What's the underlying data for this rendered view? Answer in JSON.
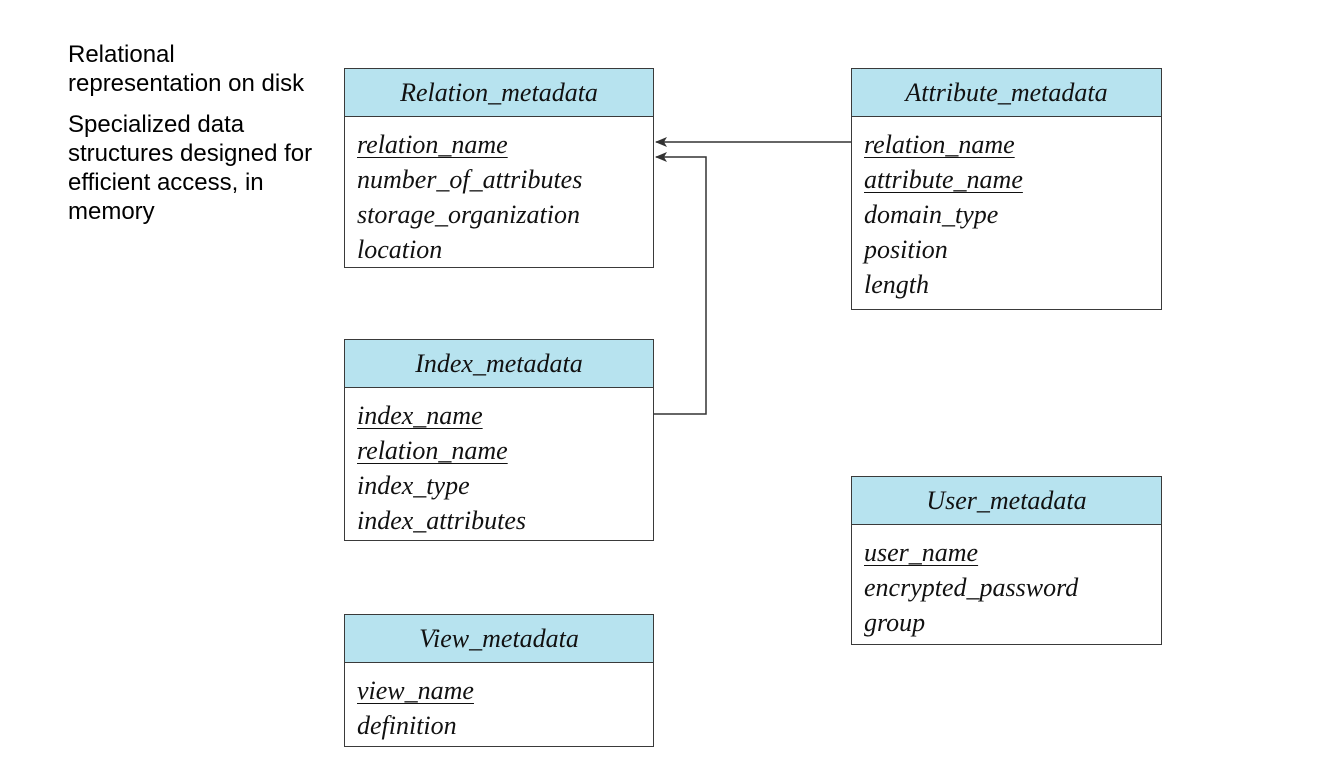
{
  "notes": [
    "Relational representation on disk",
    "Specialized data structures designed for efficient access, in memory"
  ],
  "header_color": "#b7e3ef",
  "entities": {
    "relation_metadata": {
      "title": "Relation_metadata",
      "attributes": [
        {
          "name": "relation_name",
          "key": true
        },
        {
          "name": "number_of_attributes",
          "key": false
        },
        {
          "name": "storage_organization",
          "key": false
        },
        {
          "name": "location",
          "key": false
        }
      ]
    },
    "attribute_metadata": {
      "title": "Attribute_metadata",
      "attributes": [
        {
          "name": "relation_name",
          "key": true
        },
        {
          "name": "attribute_name",
          "key": true
        },
        {
          "name": "domain_type",
          "key": false
        },
        {
          "name": "position",
          "key": false
        },
        {
          "name": "length",
          "key": false
        }
      ]
    },
    "index_metadata": {
      "title": "Index_metadata",
      "attributes": [
        {
          "name": "index_name",
          "key": true
        },
        {
          "name": "relation_name",
          "key": true
        },
        {
          "name": "index_type",
          "key": false
        },
        {
          "name": "index_attributes",
          "key": false
        }
      ]
    },
    "user_metadata": {
      "title": "User_metadata",
      "attributes": [
        {
          "name": "user_name",
          "key": true
        },
        {
          "name": "encrypted_password",
          "key": false
        },
        {
          "name": "group",
          "key": false
        }
      ]
    },
    "view_metadata": {
      "title": "View_metadata",
      "attributes": [
        {
          "name": "view_name",
          "key": true
        },
        {
          "name": "definition",
          "key": false
        }
      ]
    }
  },
  "relationships": [
    {
      "from": "attribute_metadata.relation_name",
      "to": "relation_metadata.relation_name"
    },
    {
      "from": "index_metadata.relation_name",
      "to": "relation_metadata.relation_name"
    }
  ]
}
